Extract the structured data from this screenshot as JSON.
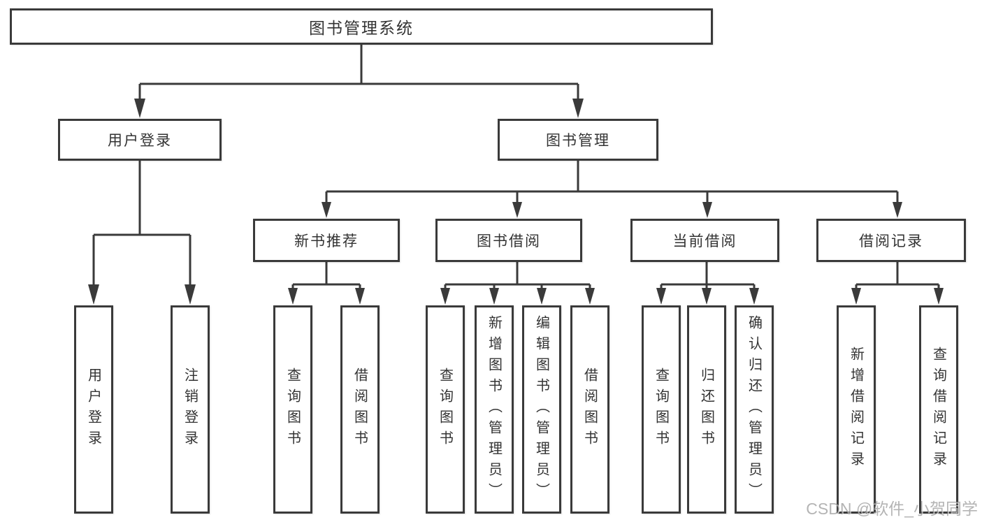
{
  "diagram": {
    "root": {
      "label": "图书管理系统"
    },
    "branches": [
      {
        "label": "用户登录",
        "children": [
          {
            "label": "用户登录"
          },
          {
            "label": "注销登录"
          }
        ]
      },
      {
        "label": "图书管理",
        "children": [
          {
            "label": "新书推荐",
            "children": [
              {
                "label": "查询图书"
              },
              {
                "label": "借阅图书"
              }
            ]
          },
          {
            "label": "图书借阅",
            "children": [
              {
                "label": "查询图书"
              },
              {
                "label": "新增图书（管理员）"
              },
              {
                "label": "编辑图书（管理员）"
              },
              {
                "label": "借阅图书"
              }
            ]
          },
          {
            "label": "当前借阅",
            "children": [
              {
                "label": "查询图书"
              },
              {
                "label": "归还图书"
              },
              {
                "label": "确认归还（管理员）"
              }
            ]
          },
          {
            "label": "借阅记录",
            "children": [
              {
                "label": "新增借阅记录"
              },
              {
                "label": "查询借阅记录"
              }
            ]
          }
        ]
      }
    ]
  },
  "watermark": {
    "text": "CSDN @软件_小贺同学"
  },
  "colors": {
    "line": "#3a3a3a",
    "text": "#333333",
    "box_background": "#ffffff",
    "watermark": "#bdbdbd"
  }
}
